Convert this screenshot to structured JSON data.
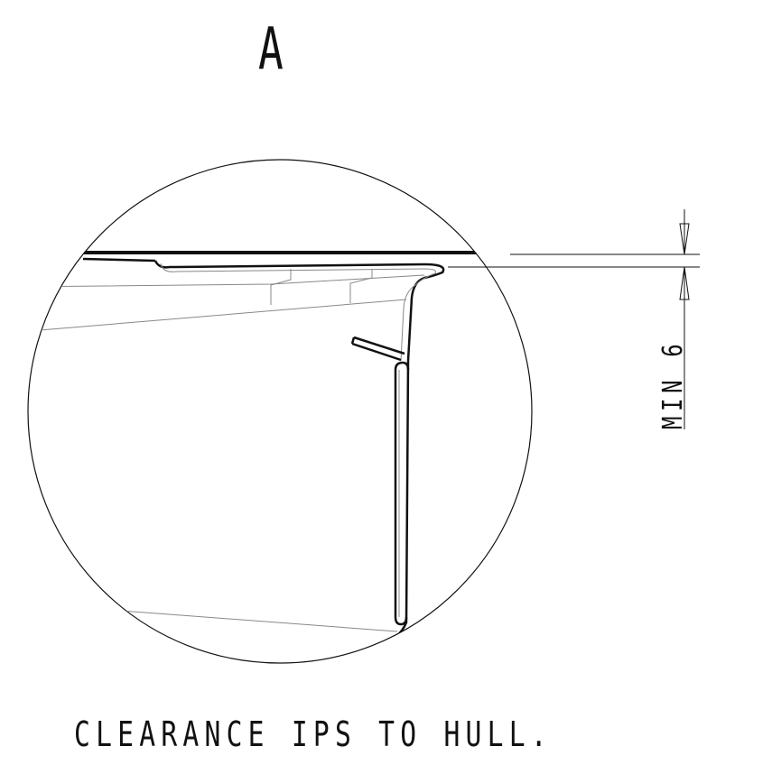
{
  "detail": {
    "letter": "A"
  },
  "dimension": {
    "text": "MIN 6"
  },
  "caption": {
    "text": "CLEARANCE IPS TO HULL."
  },
  "colors": {
    "line": "#111111",
    "thin_line": "#888888",
    "background": "#ffffff"
  }
}
